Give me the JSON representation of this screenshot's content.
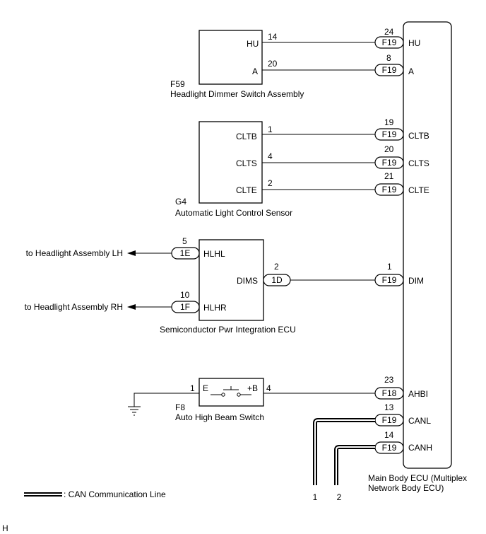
{
  "main_ecu": {
    "label_line1": "Main Body ECU (Multiplex",
    "label_line2": "Network Body ECU)",
    "pins": [
      {
        "num": "24",
        "conn": "F19",
        "name": "HU"
      },
      {
        "num": "8",
        "conn": "F19",
        "name": "A"
      },
      {
        "num": "19",
        "conn": "F19",
        "name": "CLTB"
      },
      {
        "num": "20",
        "conn": "F19",
        "name": "CLTS"
      },
      {
        "num": "21",
        "conn": "F19",
        "name": "CLTE"
      },
      {
        "num": "1",
        "conn": "F19",
        "name": "DIM"
      },
      {
        "num": "23",
        "conn": "F18",
        "name": "AHBI"
      },
      {
        "num": "13",
        "conn": "F19",
        "name": "CANL"
      },
      {
        "num": "14",
        "conn": "F19",
        "name": "CANH"
      }
    ]
  },
  "dimmer_switch": {
    "id": "F59",
    "name": "Headlight Dimmer Switch Assembly",
    "pins": [
      {
        "name": "HU",
        "num": "14"
      },
      {
        "name": "A",
        "num": "20"
      }
    ]
  },
  "light_sensor": {
    "id": "G4",
    "name": "Automatic Light Control Sensor",
    "pins": [
      {
        "name": "CLTB",
        "num": "1"
      },
      {
        "name": "CLTS",
        "num": "4"
      },
      {
        "name": "CLTE",
        "num": "2"
      }
    ]
  },
  "spi_ecu": {
    "name": "Semiconductor Pwr Integration ECU",
    "pins": [
      {
        "name": "HLHL",
        "num": "5",
        "conn": "1E",
        "dest": "to Headlight Assembly LH"
      },
      {
        "name": "HLHR",
        "num": "10",
        "conn": "1F",
        "dest": "to Headlight Assembly RH"
      },
      {
        "name": "DIMS",
        "num": "2",
        "conn": "1D"
      }
    ]
  },
  "high_beam_switch": {
    "id": "F8",
    "name": "Auto High Beam Switch",
    "pin_e": {
      "name": "E",
      "num": "1"
    },
    "pin_b": {
      "name": "+B",
      "num": "4"
    }
  },
  "can_ends": [
    "1",
    "2"
  ],
  "legend": {
    "text": ": CAN Communication Line"
  },
  "footer": {
    "code": "H"
  }
}
